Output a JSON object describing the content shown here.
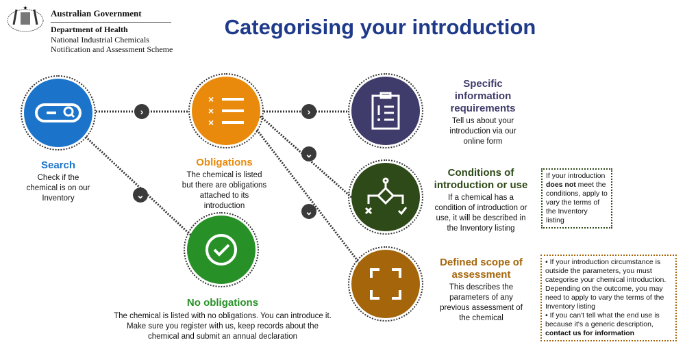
{
  "header": {
    "gov": "Australian Government",
    "dept": "Department of Health",
    "agency_line1": "National Industrial Chemicals",
    "agency_line2": "Notification and Assessment Scheme"
  },
  "title": "Categorising your introduction",
  "colors": {
    "search": "#1b74c9",
    "obligations": "#e98a0c",
    "specific": "#3f3b6b",
    "conditions": "#2f4a19",
    "no_obligations": "#279127",
    "scope": "#a5660b",
    "title": "#1f3a8a"
  },
  "nodes": {
    "search": {
      "heading": "Search",
      "text": "Check if the chemical is on our Inventory",
      "icon": "search-bar-icon"
    },
    "obligations": {
      "heading": "Obligations",
      "text": "The chemical is listed but there are obligations attached to its introduction",
      "icon": "checklist-x-icon"
    },
    "no_obligations": {
      "heading": "No obligations",
      "line1": "The chemical is listed with no obligations. You can introduce it.",
      "line2": "Make sure you register with us, keep records about the",
      "line3": "chemical and submit an annual declaration",
      "icon": "check-circle-icon"
    },
    "specific": {
      "heading": "Specific information requirements",
      "text": "Tell us about your introduction via our online form",
      "icon": "clipboard-icon"
    },
    "conditions": {
      "heading": "Conditions of introduction or use",
      "text": "If a chemical has a condition of introduction or use, it will be described in the Inventory listing",
      "icon": "decision-flow-icon"
    },
    "scope": {
      "heading": "Defined scope of assessment",
      "text": "This describes the parameters of any previous assessment of the chemical",
      "icon": "frame-corners-icon"
    }
  },
  "notes": {
    "conditions": {
      "pre": "If your introduction ",
      "bold": "does not",
      "post": " meet the conditions, apply to vary the terms of the Inventory listing"
    },
    "scope": {
      "b1": "• If your introduction circumstance is outside the parameters, you must categorise your chemical introduction. Depending on the outcome, you may need to apply to vary the terms of the Inventory listing",
      "b2": "• If you can't tell what the end use is because it's a generic description, ",
      "b2_bold": "contact us for information"
    }
  }
}
